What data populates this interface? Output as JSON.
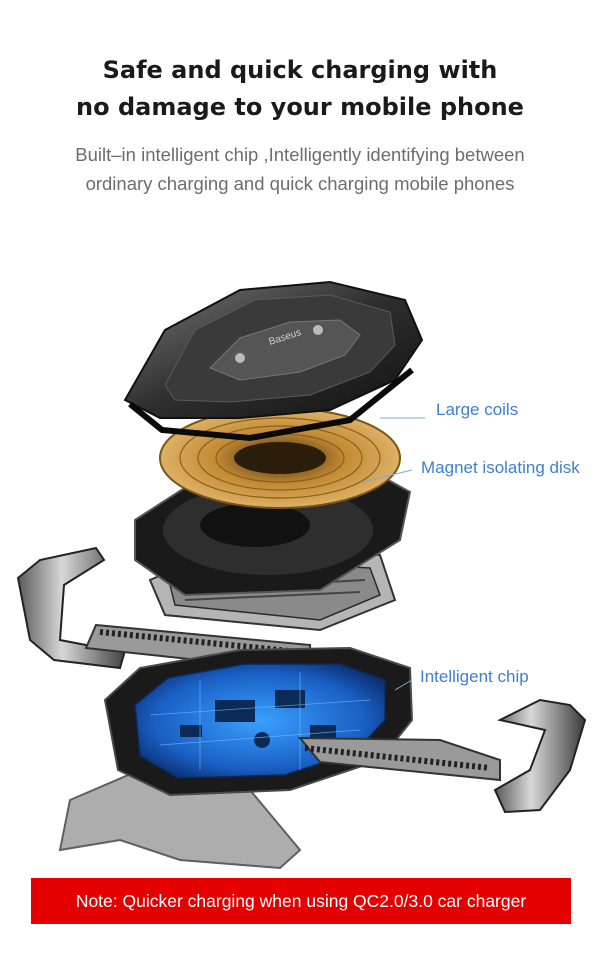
{
  "header": {
    "title_line1": "Safe and quick charging with",
    "title_line2": "no damage to your mobile phone",
    "subtitle_line1": "Built–in intelligent chip ,Intelligently identifying between",
    "subtitle_line2": "ordinary charging and quick charging mobile phones"
  },
  "product": {
    "brand_mark": "Baseus",
    "callouts": {
      "large_coils": "Large coils",
      "magnet_isolating_disk": "Magnet isolating disk",
      "intelligent_chip": "Intelligent chip"
    }
  },
  "note": {
    "text": "Note: Quicker charging when using QC2.0/3.0 car charger"
  },
  "colors": {
    "callout_text": "#3f7fd6",
    "note_background": "#e50000",
    "coil": "#d4a04a",
    "circuit_board": "#1f6fd6"
  }
}
